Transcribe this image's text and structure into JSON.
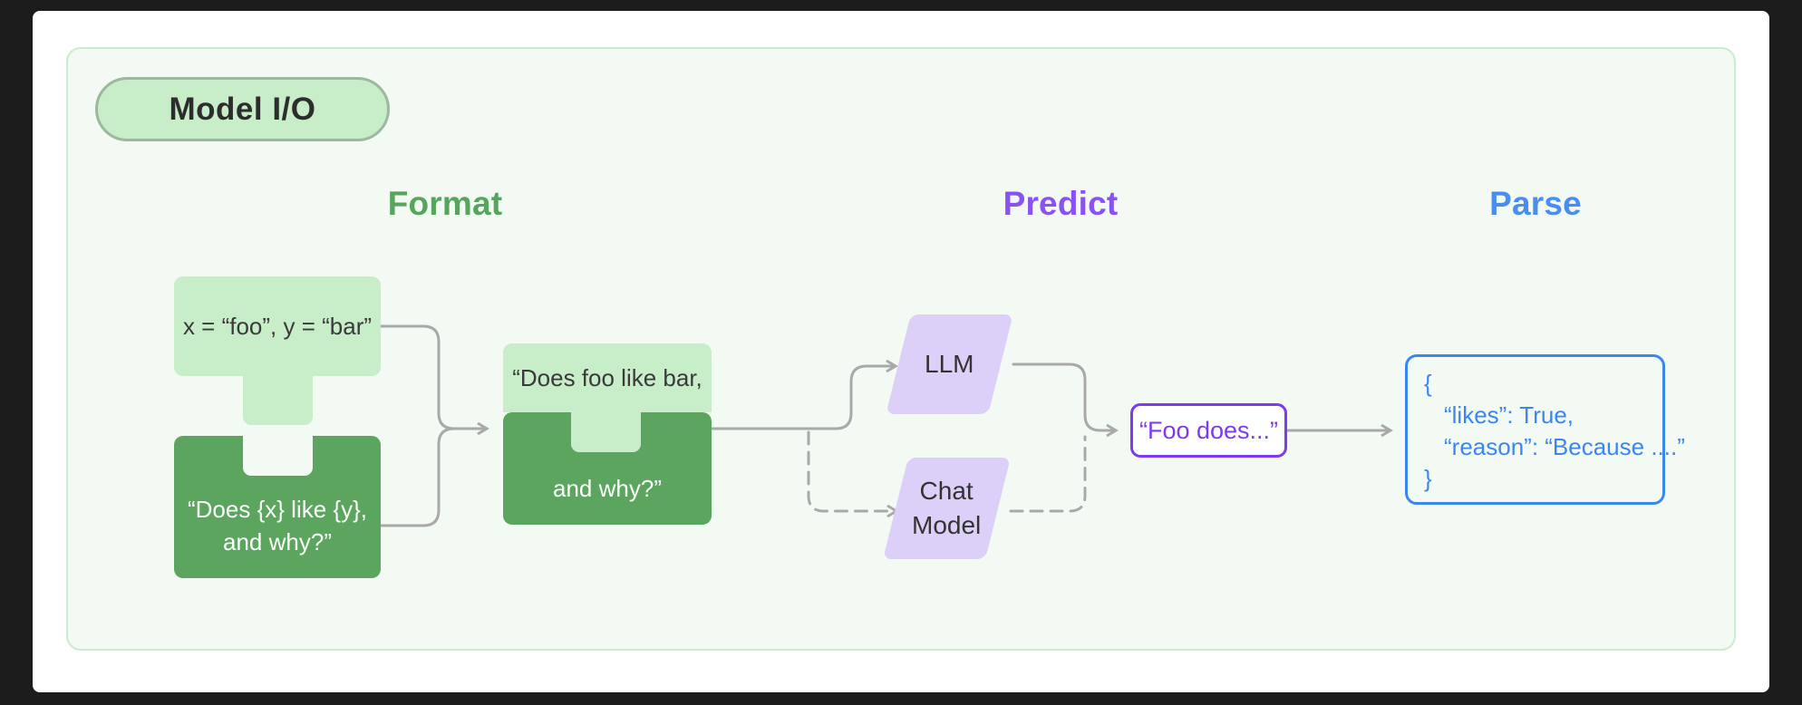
{
  "badge": {
    "label": "Model I/O"
  },
  "columns": {
    "format": {
      "label": "Format",
      "color": "#57a45d"
    },
    "predict": {
      "label": "Predict",
      "color": "#8a52f0"
    },
    "parse": {
      "label": "Parse",
      "color": "#4a8df0"
    }
  },
  "format": {
    "variables_piece": {
      "text": "x = “foo”, y = “bar”"
    },
    "template_piece": {
      "line1": "“Does {x} like {y},",
      "line2": "and why?”"
    },
    "prompt_piece": {
      "line1": "“Does foo like bar,",
      "line2": "and why?”"
    }
  },
  "predict": {
    "llm": {
      "label": "LLM"
    },
    "chat_model": {
      "line1": "Chat",
      "line2": "Model"
    },
    "completion": {
      "text": "“Foo does...”"
    }
  },
  "parse": {
    "output": {
      "lines": [
        "{",
        "“likes”: True,",
        "“reason”: “Because ....”",
        "}"
      ]
    }
  },
  "colors": {
    "light_green": "#c8edc9",
    "dark_green": "#5ba55f",
    "panel_bg": "#f3faf3",
    "panel_border": "#cdebcf",
    "purple_fill": "#ddd0f8",
    "purple_accent": "#7c3bf0",
    "blue_accent": "#3c86f2",
    "arrow_gray": "#a9a9a9"
  }
}
